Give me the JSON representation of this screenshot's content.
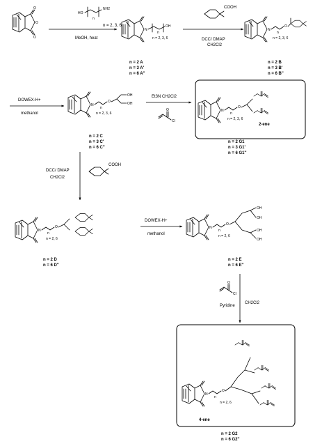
{
  "reagents": {
    "step1_top": "n = 2, 3, 6",
    "step1_bottom": "MeOH, heat",
    "step2_acid": "COOH",
    "step2_bottom1": "DCC/ DMAP",
    "step2_bottom2": "CH2Cl2",
    "step3_top": "DOWEX-H+",
    "step3_bottom": "methanol",
    "step4_top": "Et3N   CH2Cl2",
    "step4_acyl": "Cl",
    "step5_1": "DCC/ DMAP",
    "step5_2": "CH2Cl2",
    "step5_acid": "COOH",
    "step6_top": "DOWEX-H+",
    "step6_bottom": "methanol",
    "step7_acyl": "Cl",
    "step7_base": "Pyridine",
    "step7_solvent": "CH2Cl2"
  },
  "compounds": {
    "A": {
      "n": "n = 2, 3, 6",
      "labels": [
        "n = 2   A",
        "n = 3   A'",
        "n = 6   A''"
      ]
    },
    "B": {
      "n": "n = 2, 3, 6",
      "labels": [
        "n = 2   B",
        "n = 3   B'",
        "n = 6   B''"
      ]
    },
    "C": {
      "n": "n = 2, 3, 6",
      "labels": [
        "n = 2   C",
        "n = 3   C'",
        "n = 6   C''"
      ]
    },
    "G1": {
      "n": "n = 2, 3, 6",
      "title": "2-ene",
      "labels": [
        "n = 2   G1",
        "n = 3   G1'",
        "n = 6   G1''"
      ]
    },
    "D": {
      "n": "n = 2, 6",
      "labels": [
        "n = 2   D",
        "n = 6   D''"
      ]
    },
    "E": {
      "n": "n = 2, 6",
      "labels": [
        "n = 2   E",
        "n = 6   E''"
      ]
    },
    "G2": {
      "n": "n = 2, 6",
      "title": "4-ene",
      "labels": [
        "n = 2   G2",
        "n = 6   G2''"
      ]
    }
  },
  "atoms": {
    "O": "O",
    "N": "N",
    "OH": "OH",
    "HO": "HO",
    "NH2": "NH2",
    "n": "n"
  }
}
